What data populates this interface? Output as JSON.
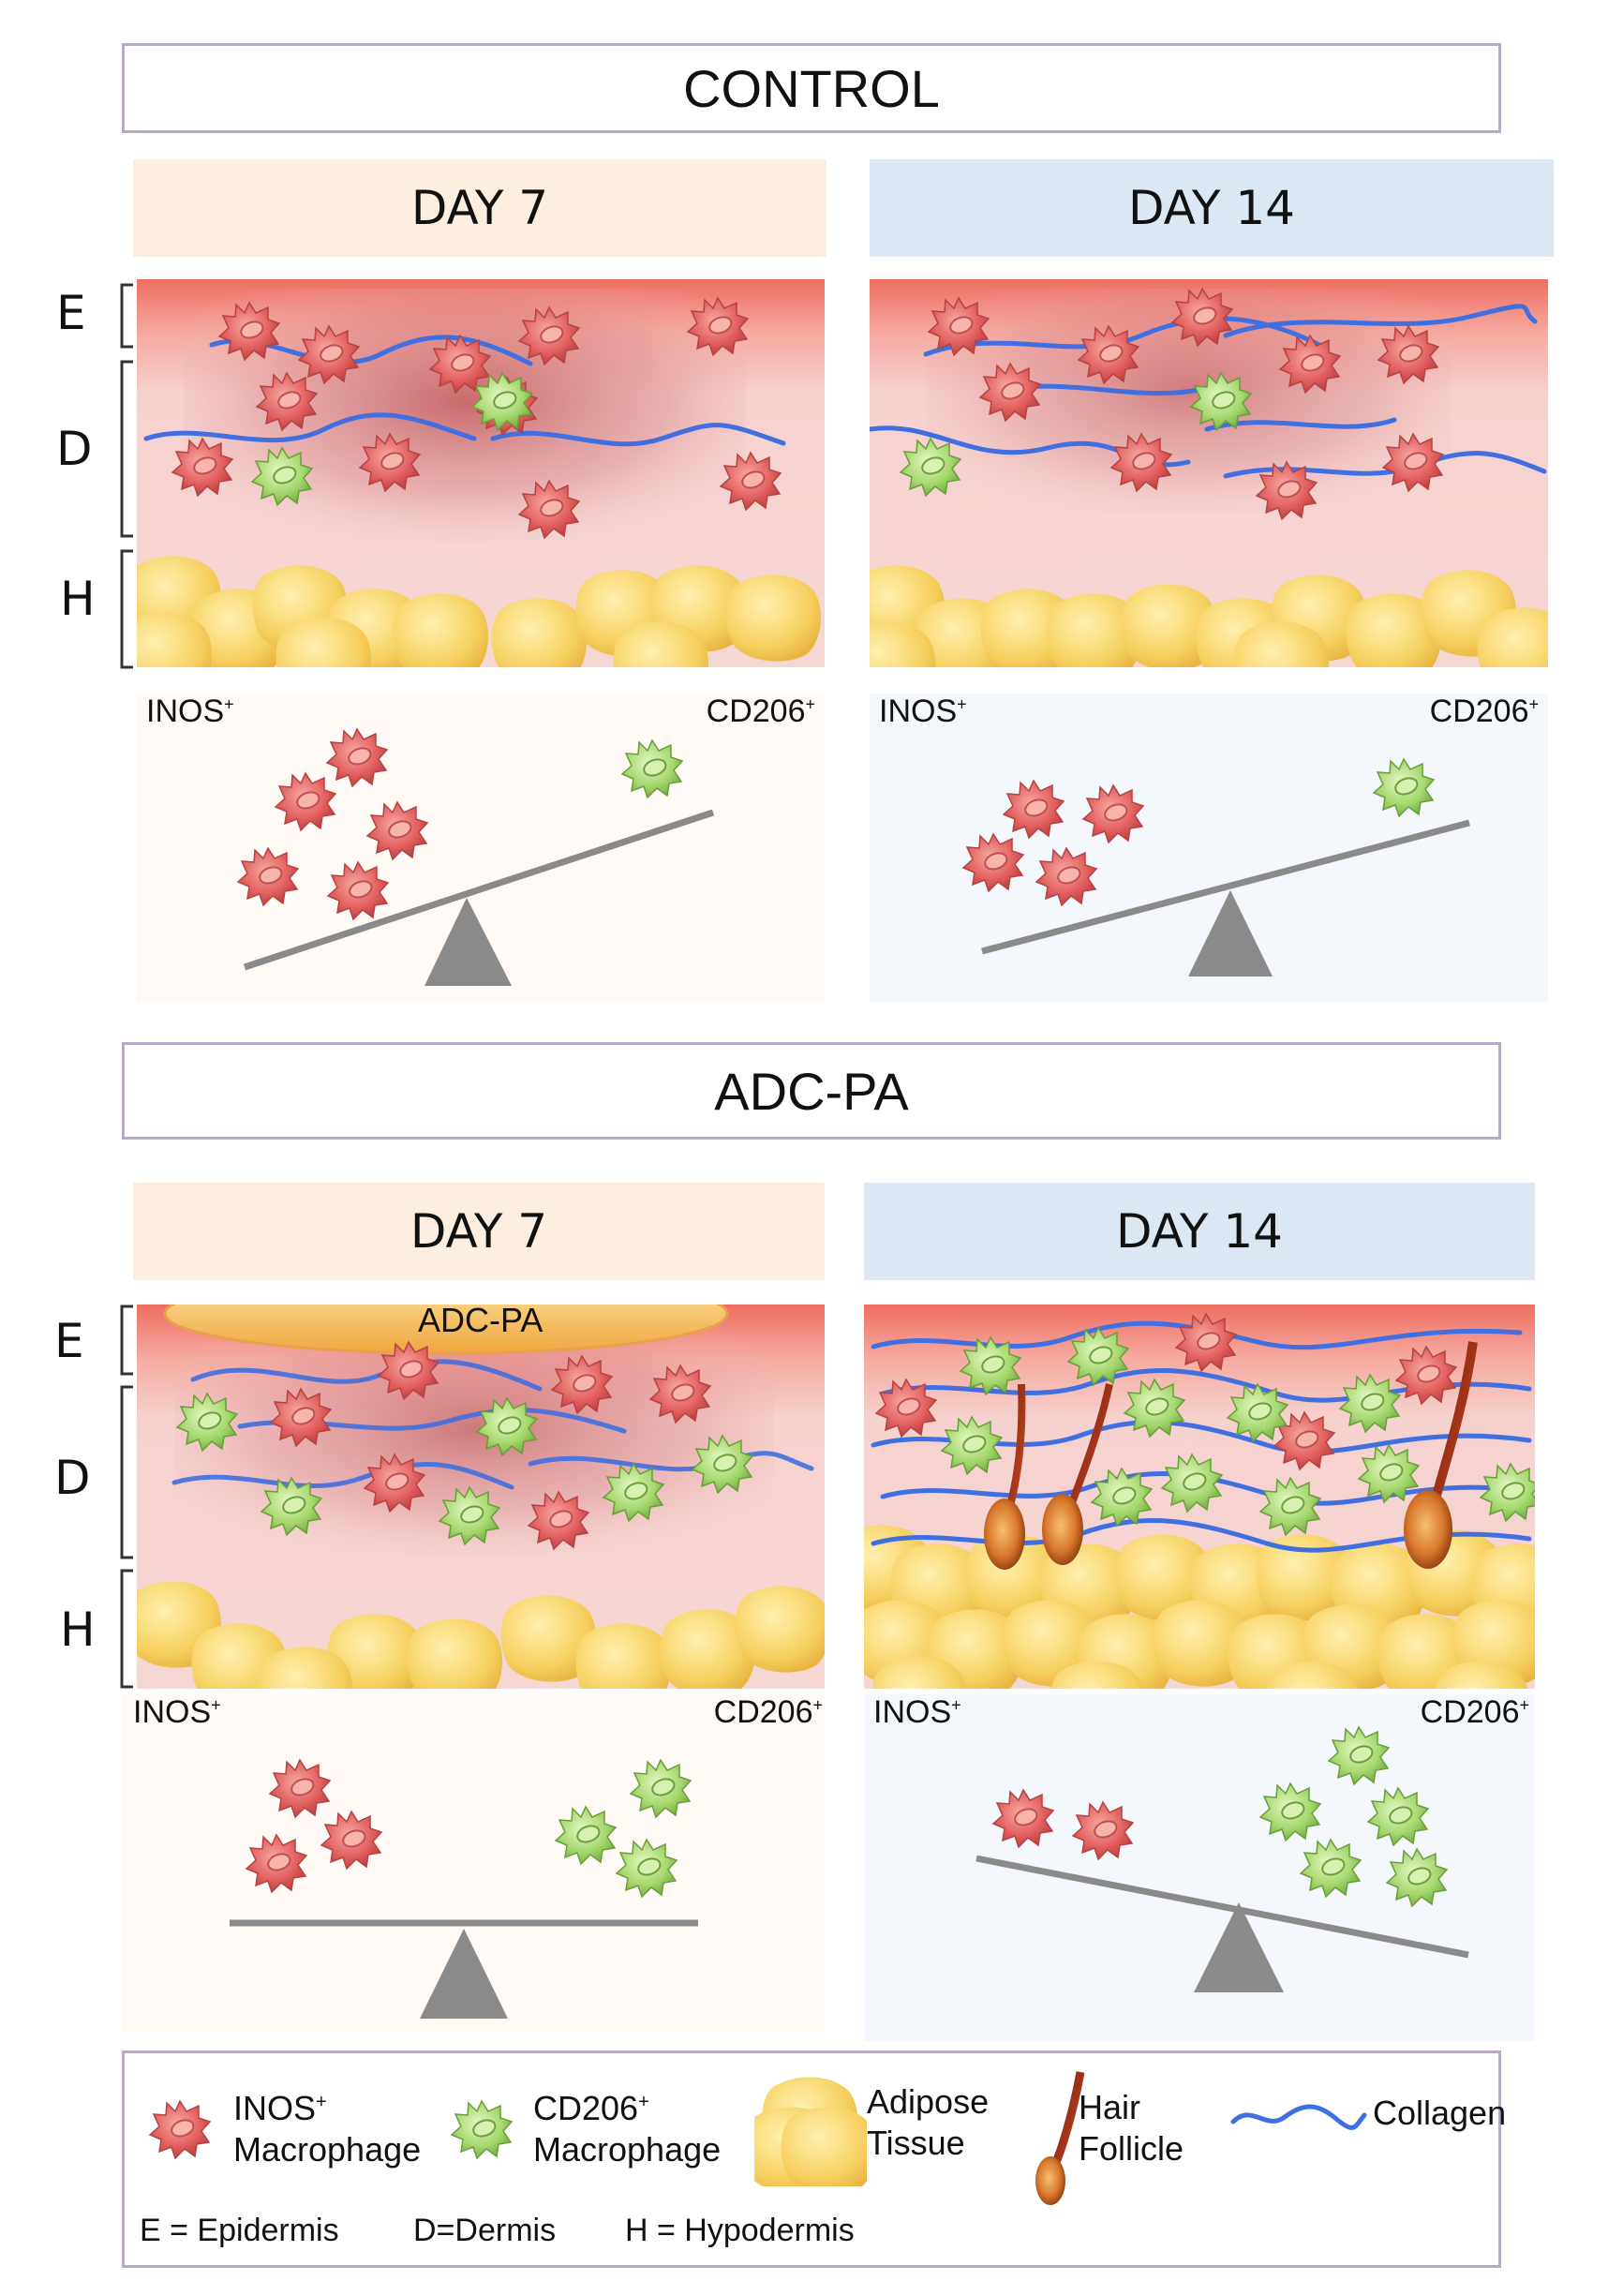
{
  "groups": [
    {
      "title": "CONTROL",
      "day7": "DAY 7",
      "day14": "DAY 14"
    },
    {
      "title": "ADC-PA",
      "day7": "DAY 7",
      "day14": "DAY 14",
      "dressing_label": "ADC-PA"
    }
  ],
  "layers": {
    "epidermis": "E",
    "dermis": "D",
    "hypodermis": "H"
  },
  "balance": {
    "left_label": "INOS",
    "right_label": "CD206",
    "superscript": "+"
  },
  "legend": {
    "inos_line1": "INOS",
    "inos_sup": "+",
    "inos_line2": "Macrophage",
    "cd206_line1": "CD206",
    "cd206_sup": "+",
    "cd206_line2": "Macrophage",
    "adipose_line1": "Adipose",
    "adipose_line2": "Tissue",
    "hair_line1": "Hair",
    "hair_line2": "Follicle",
    "collagen": "Collagen",
    "key_e": "E = Epidermis",
    "key_d": "D=Dermis",
    "key_h": "H = Hypodermis"
  },
  "colors": {
    "inos": "#e2605e",
    "cd206": "#9ed36a",
    "collagen": "#3f6fe0",
    "adipose": "#f4cd62",
    "epidermis": "#ee7b6e",
    "dermis": "#f4d4d2",
    "outline": "#b9a9c6"
  }
}
